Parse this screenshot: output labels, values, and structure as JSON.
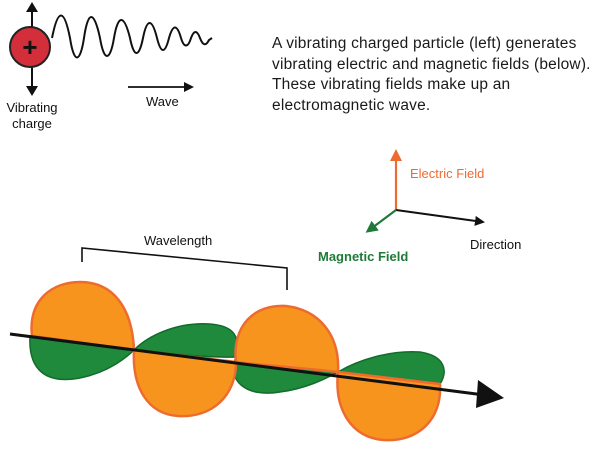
{
  "charge_symbol": "+",
  "vibrating_label_line1": "Vibrating",
  "vibrating_label_line2": "charge",
  "wave_label": "Wave",
  "description": "A vibrating charged particle (left) generates vibrating electric and magnetic fields (below). These vibrating fields make up an electromagnetic wave.",
  "electric_field_label": "Electric Field",
  "magnetic_field_label": "Magnetic Field",
  "direction_label": "Direction",
  "wavelength_label": "Wavelength",
  "colors": {
    "charge_fill": "#d32f3a",
    "electric": "#f7941d",
    "electric_outline": "#ee6b2f",
    "magnetic": "#1f8a3c",
    "magnetic_outline": "#136b2c",
    "electric_label": "#ee6b2f",
    "magnetic_label": "#1f7a3a"
  },
  "icons": [
    "charge-plus-icon",
    "up-down-arrow-icon",
    "direction-arrow-icon"
  ]
}
